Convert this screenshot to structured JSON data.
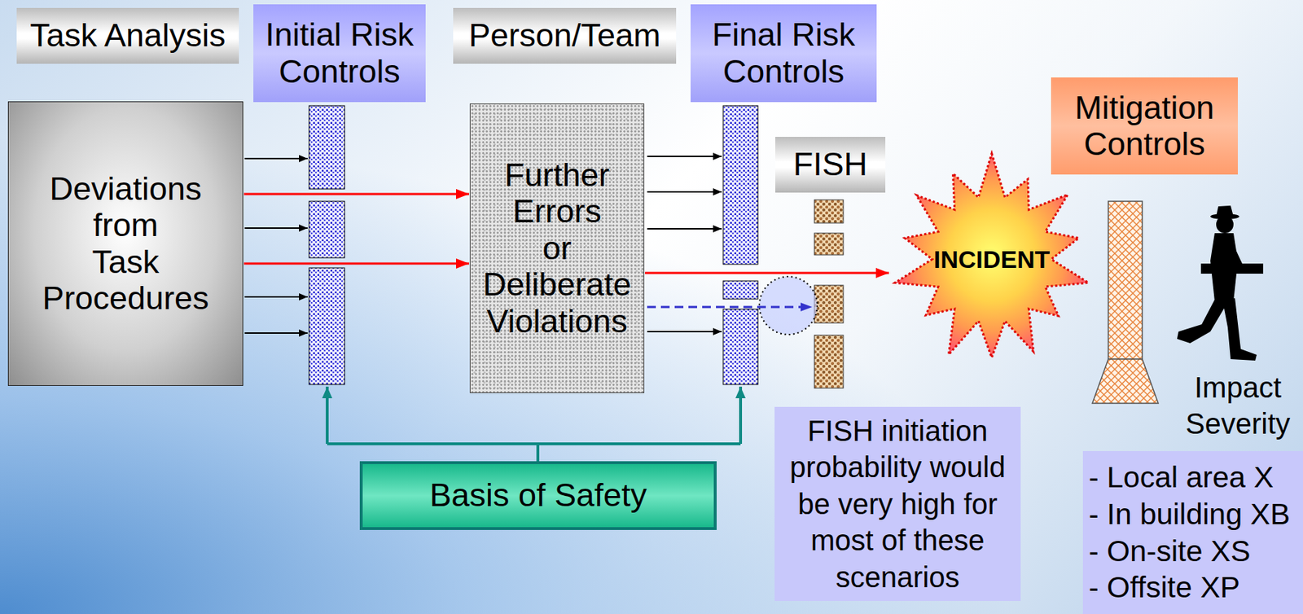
{
  "diagram": {
    "nodes": [
      {
        "text": [
          "Task Analysis"
        ]
      },
      {
        "text": [
          "Initial Risk Controls"
        ]
      },
      {
        "text": [
          "Person/Team"
        ]
      },
      {
        "text": [
          "Final Risk Controls"
        ]
      },
      {
        "text": [
          "Deviations from Task Procedures"
        ]
      },
      {
        "text": [
          "Further Errors or Deliberate Violations"
        ]
      },
      {
        "text": [
          "FISH"
        ]
      },
      {
        "text": [
          "Mitigation Controls"
        ]
      },
      {
        "text": [
          "INCIDENT"
        ]
      },
      {
        "text": [
          "Basis of Safety"
        ]
      },
      {
        "text": [
          "FISH initiation probability would be very high for most of these scenarios"
        ]
      },
      {
        "text": [
          "- Local area X",
          "- In building XB",
          "- On-site XS",
          "- Offsite XP"
        ]
      }
    ],
    "edges": [
      {
        "from": 4,
        "to": 5,
        "arrow": "to"
      },
      {
        "from": 4,
        "to": 5,
        "arrow": "to"
      },
      {
        "from": 5,
        "to": 8,
        "arrow": "to"
      }
    ],
    "labels": [
      "Impact Severity"
    ]
  }
}
